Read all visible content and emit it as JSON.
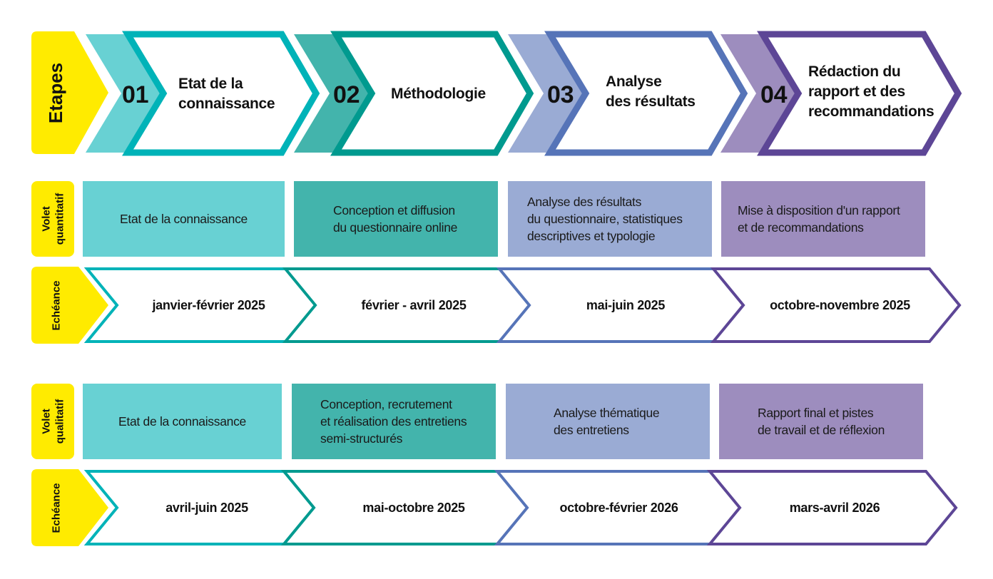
{
  "colors": {
    "yellow": "#FFEB00",
    "c1": "#00B3B8",
    "c1_light": "#68D1D3",
    "c2": "#009A8F",
    "c2_light": "#43B4AC",
    "c3": "#5674B8",
    "c3_light": "#9AABD4",
    "c4": "#5D4696",
    "c4_light": "#9D8DBE"
  },
  "etapes": {
    "label": "Etapes",
    "steps": [
      {
        "number": "01",
        "title": "Etat de la\nconnaissance"
      },
      {
        "number": "02",
        "title": "Méthodologie"
      },
      {
        "number": "03",
        "title": "Analyse\ndes résultats"
      },
      {
        "number": "04",
        "title": "Rédaction du\nrapport et des\nrecommandations"
      }
    ]
  },
  "quantitatif": {
    "label": "Volet\nquantitatif",
    "boxes": [
      "Etat de la connaissance",
      "Conception et diffusion\ndu questionnaire online",
      "Analyse des résultats\ndu questionnaire, statistiques\ndescriptives et typologie",
      "Mise à disposition d'un rapport\net de recommandations"
    ],
    "echeance_label": "Echéance",
    "dates": [
      "janvier-février 2025",
      "février - avril 2025",
      "mai-juin 2025",
      "octobre-novembre 2025"
    ]
  },
  "qualitatif": {
    "label": "Volet\nqualitatif",
    "boxes": [
      "Etat de la connaissance",
      "Conception, recrutement\net réalisation des entretiens\nsemi-structurés",
      "Analyse thématique\ndes entretiens",
      "Rapport final et pistes\nde travail et de réflexion"
    ],
    "echeance_label": "Echéance",
    "dates": [
      "avril-juin 2025",
      "mai-octobre 2025",
      "octobre-février 2026",
      "mars-avril 2026"
    ]
  }
}
